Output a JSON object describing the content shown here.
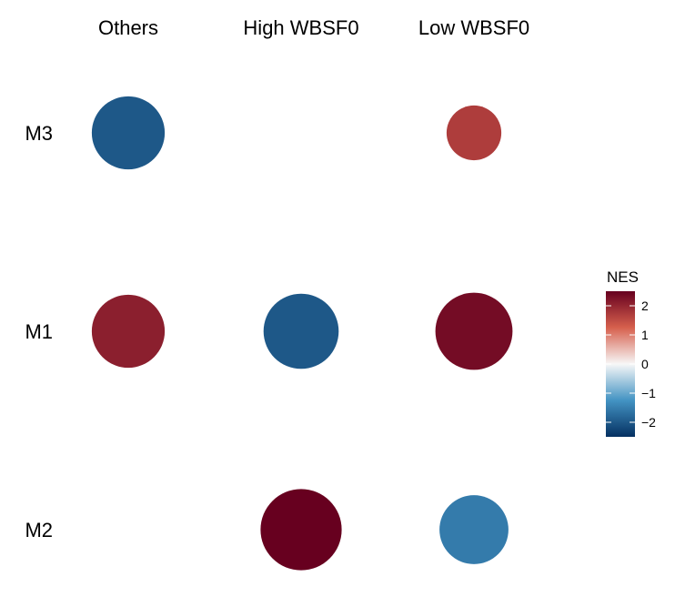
{
  "chart_data": {
    "type": "dot",
    "columns": [
      "Others",
      "High WBSF0",
      "Low WBSF0"
    ],
    "rows": [
      "M3",
      "M1",
      "M2"
    ],
    "points": [
      {
        "row": "M3",
        "col": "Others",
        "nes": -2.0,
        "size": 1.8
      },
      {
        "row": "M3",
        "col": "Low WBSF0",
        "nes": 1.7,
        "size": 1.35
      },
      {
        "row": "M1",
        "col": "Others",
        "nes": 2.1,
        "size": 1.8
      },
      {
        "row": "M1",
        "col": "High WBSF0",
        "nes": -2.0,
        "size": 1.85
      },
      {
        "row": "M1",
        "col": "Low WBSF0",
        "nes": 2.35,
        "size": 1.9
      },
      {
        "row": "M2",
        "col": "High WBSF0",
        "nes": 2.6,
        "size": 2.0
      },
      {
        "row": "M2",
        "col": "Low WBSF0",
        "nes": -1.55,
        "size": 1.7
      }
    ],
    "legend": {
      "title": "NES",
      "ticks": [
        2,
        1,
        0,
        -1,
        -2
      ],
      "tick_labels": [
        "2",
        "1",
        "0",
        "−1",
        "−2"
      ],
      "range": [
        -2.5,
        2.5
      ],
      "placement": "right"
    },
    "colors": {
      "neg_max": "#053061",
      "neg_mid": "#4393c3",
      "zero": "#f7f7f7",
      "pos_mid": "#d6604d",
      "pos_max": "#67001f"
    },
    "grid": false
  }
}
